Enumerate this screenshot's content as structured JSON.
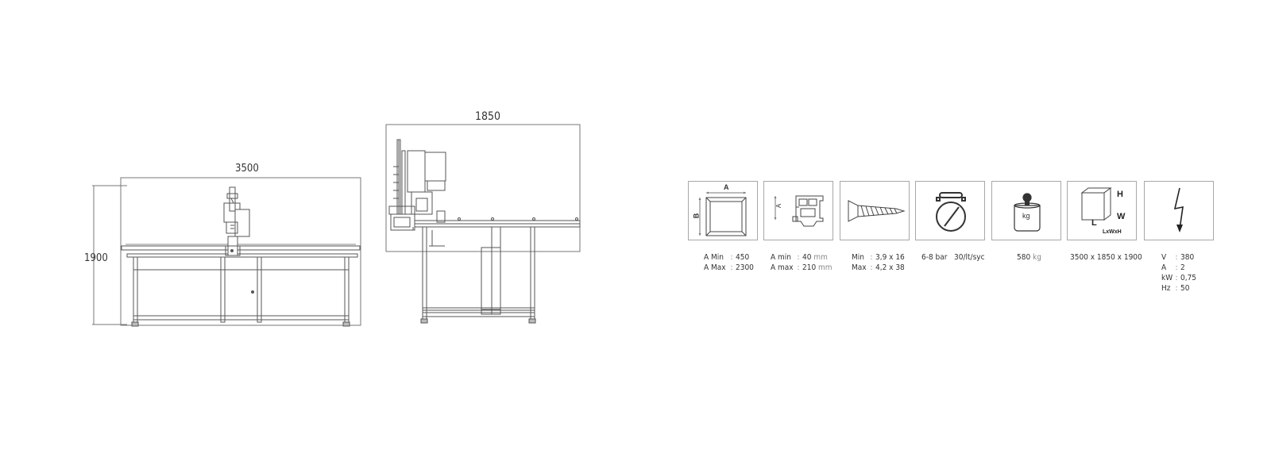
{
  "front_view": {
    "width_label": "3500",
    "height_label": "1900"
  },
  "side_view": {
    "depth_label": "1850"
  },
  "specs": {
    "frame": {
      "icon": "frame-icon",
      "label_a": "A",
      "label_b": "B",
      "rows": [
        {
          "key": "A Min",
          "sep": ":",
          "value": "450"
        },
        {
          "key": "A Max",
          "sep": ":",
          "value": "2300"
        }
      ]
    },
    "profile": {
      "icon": "profile-section-icon",
      "label_a": "A",
      "rows": [
        {
          "key": "A min",
          "sep": ":",
          "value": "40",
          "unit": "mm"
        },
        {
          "key": "A max",
          "sep": ":",
          "value": "210",
          "unit": "mm"
        }
      ]
    },
    "screw": {
      "icon": "screw-icon",
      "rows": [
        {
          "key": "Min",
          "sep": ":",
          "value": "3,9 x 16"
        },
        {
          "key": "Max",
          "sep": ":",
          "value": "4,2 x 38"
        }
      ]
    },
    "air": {
      "icon": "pressure-gauge-icon",
      "text": "6-8 bar   30/lt/syc"
    },
    "weight": {
      "icon": "weight-icon",
      "icon_label": "kg",
      "value": "580",
      "unit": "kg"
    },
    "dimensions": {
      "icon": "box-dimensions-icon",
      "label_h": "H",
      "label_w": "W",
      "label_l": "L",
      "label_lwh": "LxWxH",
      "text": "3500 x 1850 x 1900"
    },
    "power": {
      "icon": "electric-bolt-icon",
      "rows": [
        {
          "key": "V",
          "sep": ":",
          "value": "380"
        },
        {
          "key": "A",
          "sep": ":",
          "value": "2"
        },
        {
          "key": "kW",
          "sep": ":",
          "value": "0,75"
        },
        {
          "key": "Hz",
          "sep": ":",
          "value": "50"
        }
      ]
    }
  }
}
